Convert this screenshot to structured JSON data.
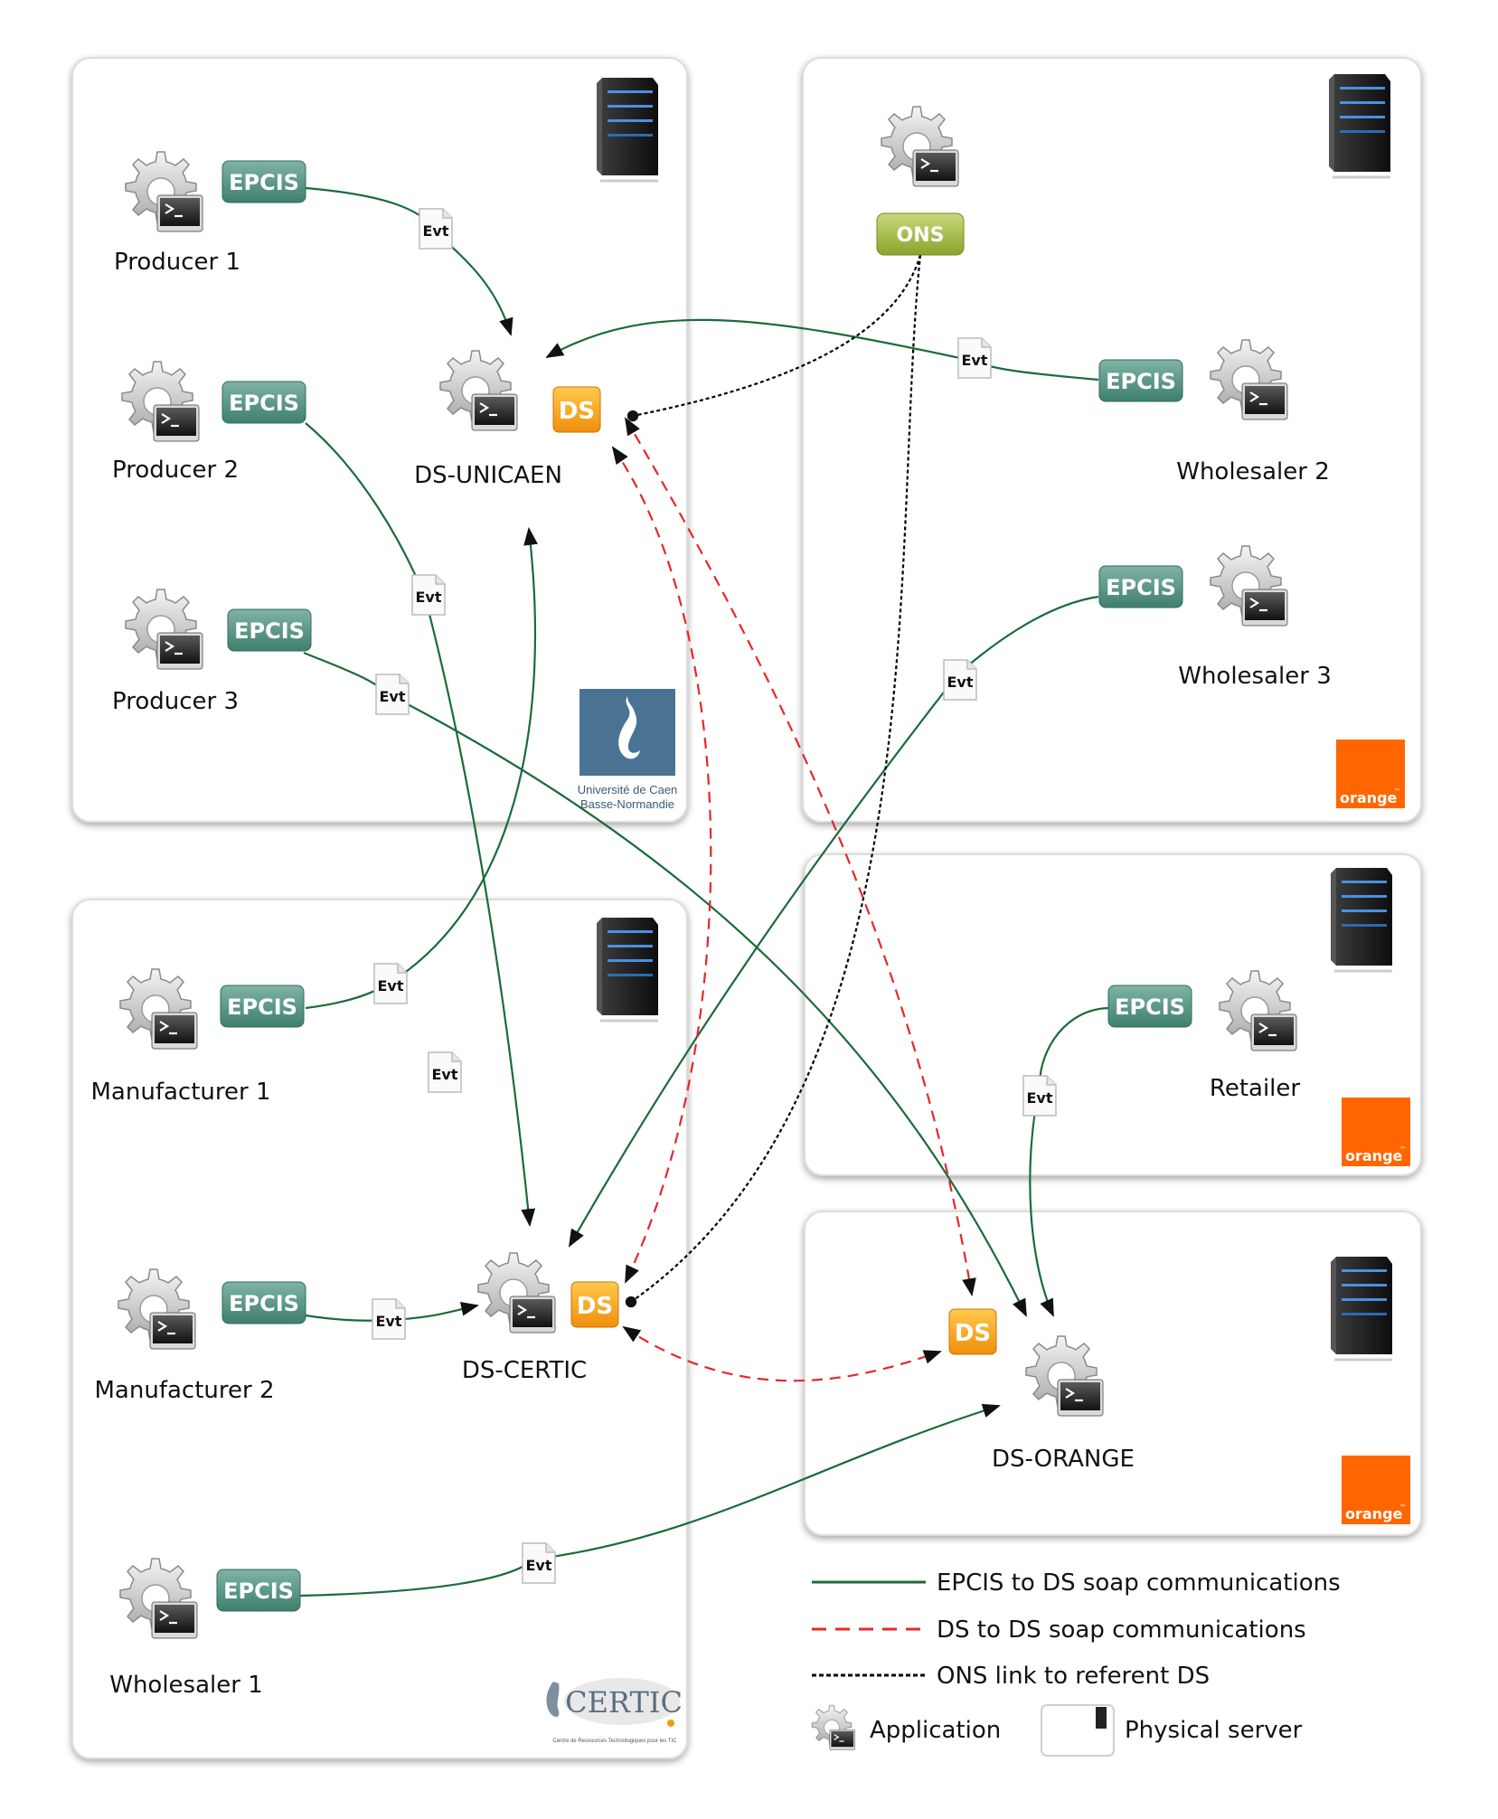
{
  "labels": {
    "producer1": "Producer 1",
    "producer2": "Producer 2",
    "producer3": "Producer 3",
    "ds_unicaen": "DS-UNICAEN",
    "wholesaler2": "Wholesaler 2",
    "wholesaler3": "Wholesaler 3",
    "manufacturer1": "Manufacturer 1",
    "manufacturer2": "Manufacturer 2",
    "ds_certic": "DS-CERTIC",
    "wholesaler1": "Wholesaler 1",
    "retailer": "Retailer",
    "ds_orange": "DS-ORANGE"
  },
  "badges": {
    "epcis": "EPCIS",
    "ds": "DS",
    "ons": "ONS",
    "evt": "Evt"
  },
  "logos": {
    "unicaen_line1": "Université de Caen",
    "unicaen_line2": "Basse-Normandie",
    "orange": "orange",
    "orange_tm": "™",
    "certic": "CERTIC",
    "certic_sub": "Centre de Ressources Technologiques pour les TIC"
  },
  "legend": {
    "epcis_to_ds": "EPCIS to DS soap communications",
    "ds_to_ds": "DS to DS soap communications",
    "ons_link": "ONS link to referent DS",
    "application": "Application",
    "physical_server": "Physical server"
  },
  "colors": {
    "epcis_link": "#1a6b3a",
    "ds_link": "#e8262a",
    "ons_link": "#000000",
    "epcis_badge": "#4f8f7f",
    "ds_badge": "#f39c12",
    "ons_badge": "#9ab33a",
    "orange_brand": "#ff6600",
    "unicaen_blue": "#4a7393"
  },
  "icons": {
    "application": "gear-terminal-icon",
    "server": "server-tower-icon",
    "event": "document-icon"
  }
}
